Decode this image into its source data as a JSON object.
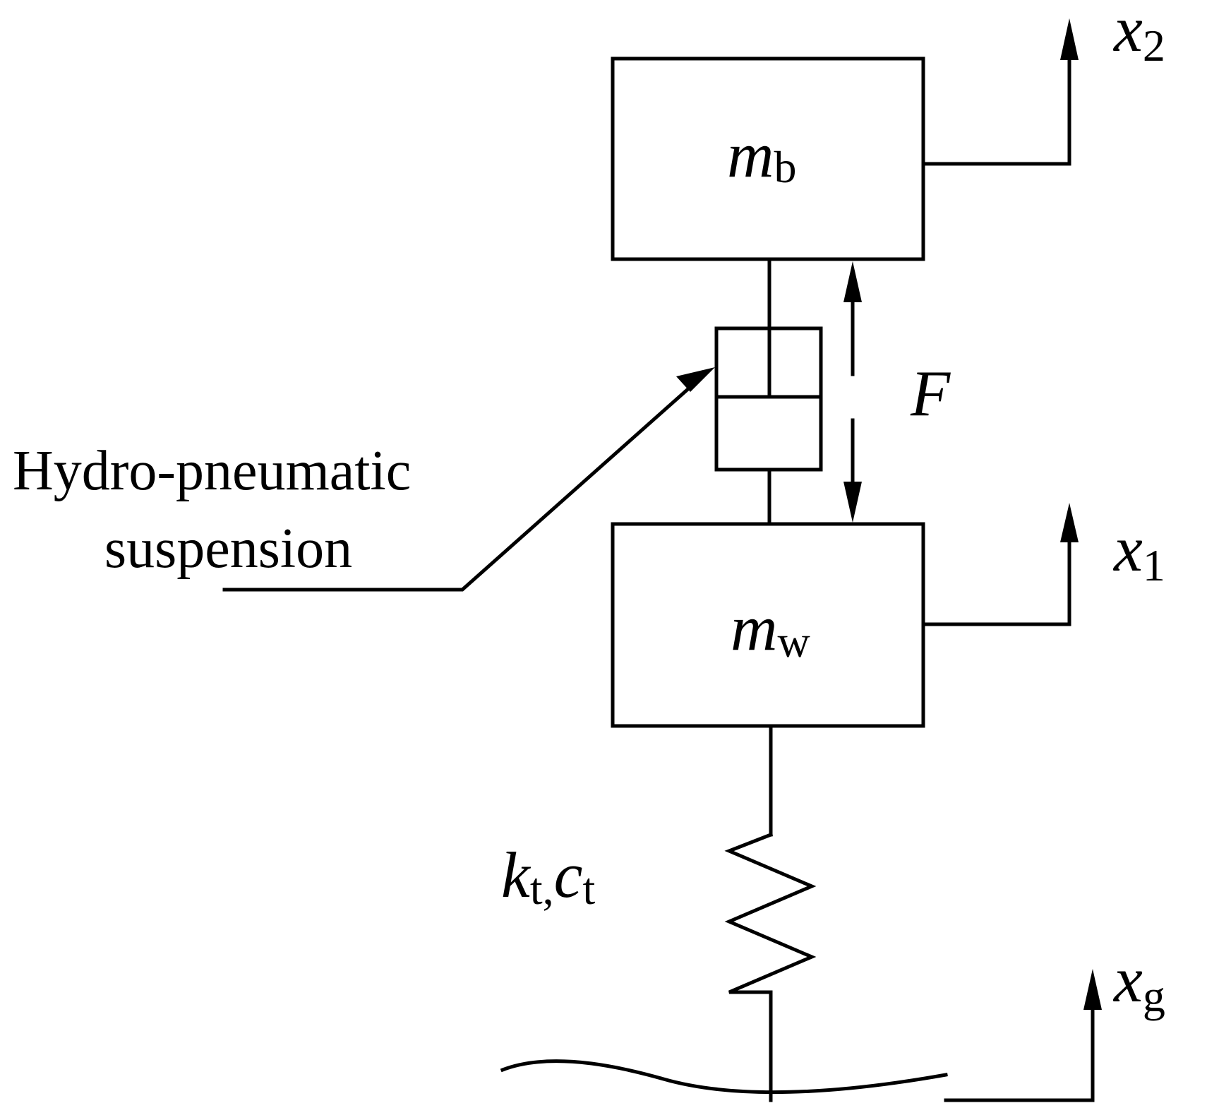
{
  "masses": {
    "body": {
      "symbol": "m",
      "subscript": "b"
    },
    "wheel": {
      "symbol": "m",
      "subscript": "w"
    }
  },
  "displacements": {
    "body": {
      "symbol": "x",
      "subscript": "2"
    },
    "wheel": {
      "symbol": "x",
      "subscript": "1"
    },
    "ground": {
      "symbol": "x",
      "subscript": "g"
    }
  },
  "force": {
    "symbol": "F"
  },
  "tire": {
    "k": "k",
    "k_sub": "t,",
    "c": "c",
    "c_sub": "t"
  },
  "suspension_label": {
    "line1": "Hydro-pneumatic",
    "line2": "suspension"
  }
}
